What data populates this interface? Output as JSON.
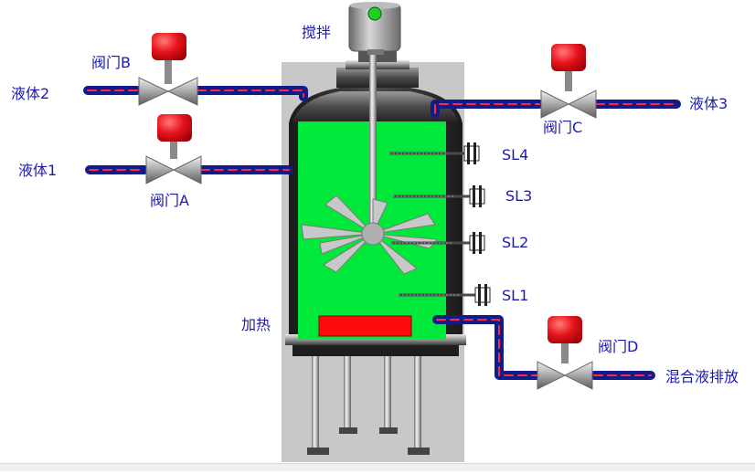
{
  "labels": {
    "agitator": "搅拌",
    "valve_a": "阀门A",
    "valve_b": "阀门B",
    "valve_c": "阀门C",
    "valve_d": "阀门D",
    "liquid_1": "液体1",
    "liquid_2": "液体2",
    "liquid_3": "液体3",
    "heating": "加热",
    "outlet": "混合液排放",
    "sl1": "SL1",
    "sl2": "SL2",
    "sl3": "SL3",
    "sl4": "SL4"
  },
  "colors": {
    "liquid": "#00e83a",
    "valve_cap": "#e8141c",
    "pipe": "#111c8a",
    "pipe_flow": "#ff2a3a",
    "heater": "#ff0a0a",
    "label_text": "#1a1ab0",
    "background_panel": "#c8c8c8",
    "indicator": "#20d020"
  }
}
